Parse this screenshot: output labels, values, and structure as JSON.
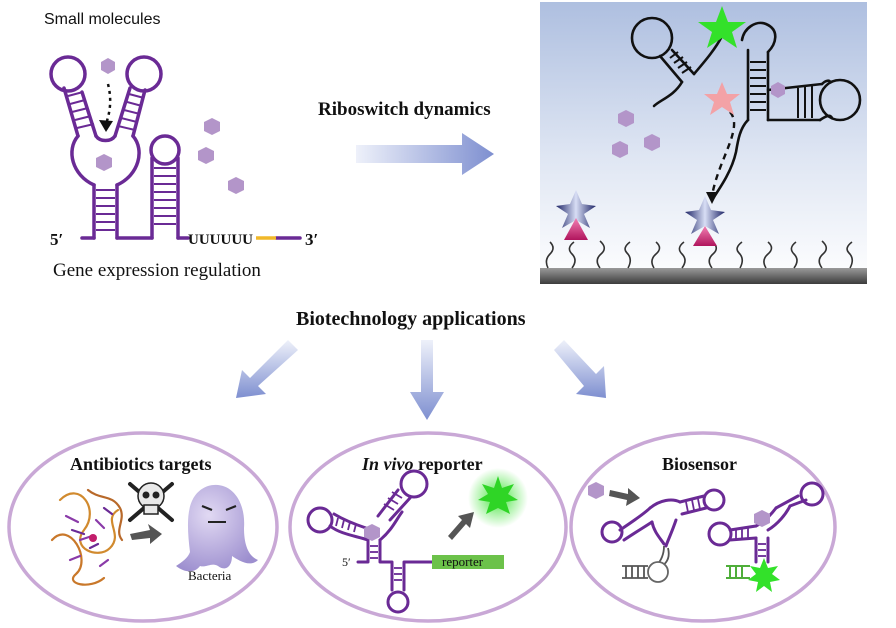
{
  "top": {
    "small_molecules": "Small molecules",
    "five_prime": "5′",
    "three_prime": "3′",
    "uuuuuu": "UUUUUU",
    "gene_expression": "Gene expression regulation",
    "riboswitch_dynamics": "Riboswitch dynamics"
  },
  "middle": {
    "biotech": "Biotechnology applications"
  },
  "panels": {
    "antibiotics": {
      "title": "Antibiotics targets",
      "bacteria": "Bacteria"
    },
    "reporter": {
      "title_italic": "In vivo",
      "title_rest": " reporter",
      "reporter_label": "reporter",
      "five_prime": "5′"
    },
    "biosensor": {
      "title": "Biosensor"
    }
  },
  "colors": {
    "rna": "#6a2a95",
    "ligand": "#b395c9",
    "ellipse": "#c9a8d6",
    "arrow": "#8f9fd6",
    "green": "#33e12a",
    "reporter_box": "#6cc24a",
    "navy": "#2c2f78",
    "magenta": "#c21d6b",
    "pink": "#f3a2a6",
    "gray": "#555555"
  },
  "icons": [
    "skull-crossbones-icon",
    "bacteria-icon",
    "green-star-icon",
    "fluorophore-icon"
  ]
}
